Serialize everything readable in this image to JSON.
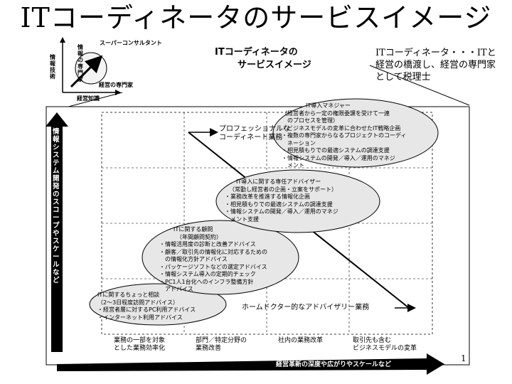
{
  "title": "ITコーディネータのサービスイメージ",
  "side_note": "ITコーディネータ・・・ITと経営の橋渡し、経営の専門家として税理士",
  "page_number": "1",
  "mini_diagram": {
    "title_line1": "ITコーディネータの",
    "title_line2": "サービスイメージ",
    "super_consultant": "スーパーコンサルタント",
    "info_expert": "情報の専門家",
    "mgmt_expert": "経営の専門家",
    "y_axis": "情報技術",
    "x_axis": "経営知識"
  },
  "axes": {
    "vertical": "情報システム開発のスコープやスケールなど",
    "horizontal": "経営革新の深度や広がりやスケールなど"
  },
  "arrow_labels": {
    "professional": "プロフェッショナルな\nコーディネート業務",
    "home_doctor": "ホームドクター的なアドバイザリー業務"
  },
  "x_categories": [
    "業務の一部を対象\nとした業務効率化",
    "部門／特定分野の\n業務改善",
    "社内の業務改革",
    "取引先も含む\nビジネスモデルの変革"
  ],
  "ellipses": [
    {
      "heading": "ITに関するちょっと相談",
      "lines": [
        "（2～3日程度訪問アドバイス）",
        "・経営者層に対するPC利用アドバイス",
        "・インターネット利用アドバイス"
      ]
    },
    {
      "heading": "ITに関する顧問",
      "lines": [
        "（年間顧問契約）",
        "・情報活用度の診断と改善アドバイス",
        "・顧客／取引先の情報化に対応するための",
        "　の情報化方針アドバイス",
        "・パッケージソフトなどの選定アドバイス",
        "・情報システム導入の定期的チェック",
        "・PC1人1台化へのインフラ整備方針",
        "　アドバイス"
      ]
    },
    {
      "heading": "IT導入に関する専任アドバイザー",
      "lines": [
        "（常勤し経営者の企画・立案をサポート）",
        "・業務改革を推進する情報化企画",
        "・相見積もりでの最適システムの調達支援",
        "・情報システムの開発／導入／運用のマネジ",
        "　メント支援"
      ]
    },
    {
      "heading": "IT導入マネジャー",
      "lines": [
        "（経営者から一定の権限委譲を受けて一連",
        "　のプロセスを管理）",
        "・ビジネスモデルの変革に合わせたIT戦略企画",
        "・複数の専門家からなるプロジェクトのコーディ",
        "　ネーション",
        "・相見積もりでの最適システムの調達支援",
        "・情報システムの開発／導入／運用のマネジ",
        "　メント"
      ]
    }
  ]
}
